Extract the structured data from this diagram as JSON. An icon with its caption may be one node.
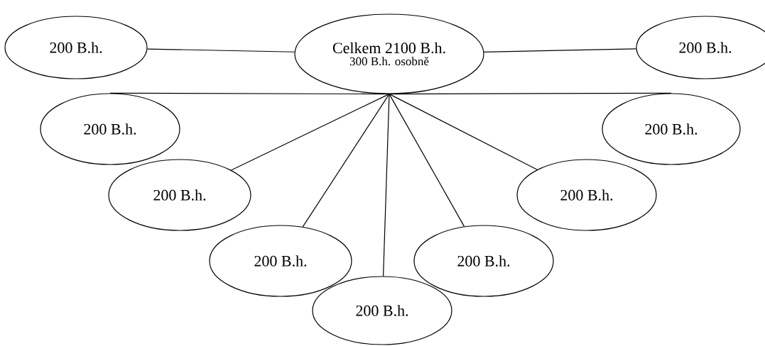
{
  "diagram": {
    "nodes": [
      {
        "text": [
          "Celkem 2100 B.h.",
          "300 B.h. osobně"
        ]
      },
      {
        "text": [
          "200 B.h."
        ]
      },
      {
        "text": [
          "200 B.h."
        ]
      },
      {
        "text": [
          "200 B.h."
        ]
      },
      {
        "text": [
          "200 B.h."
        ]
      },
      {
        "text": [
          "200 B.h."
        ]
      },
      {
        "text": [
          "200 B.h."
        ]
      },
      {
        "text": [
          "200 B.h."
        ]
      },
      {
        "text": [
          "200 B.h."
        ]
      },
      {
        "text": [
          "200 B.h."
        ]
      }
    ],
    "edges": [
      {
        "from": 1,
        "to": 0,
        "arrow": "none"
      },
      {
        "from": 0,
        "to": 2,
        "arrow": "none"
      },
      {
        "from": 0,
        "to": 3,
        "arrow": "none"
      },
      {
        "from": 0,
        "to": 4,
        "arrow": "none"
      },
      {
        "from": 0,
        "to": 5,
        "arrow": "none"
      },
      {
        "from": 0,
        "to": 6,
        "arrow": "none"
      },
      {
        "from": 0,
        "to": 7,
        "arrow": "none"
      },
      {
        "from": 0,
        "to": 8,
        "arrow": "none"
      },
      {
        "from": 0,
        "to": 9,
        "arrow": "none"
      }
    ]
  }
}
